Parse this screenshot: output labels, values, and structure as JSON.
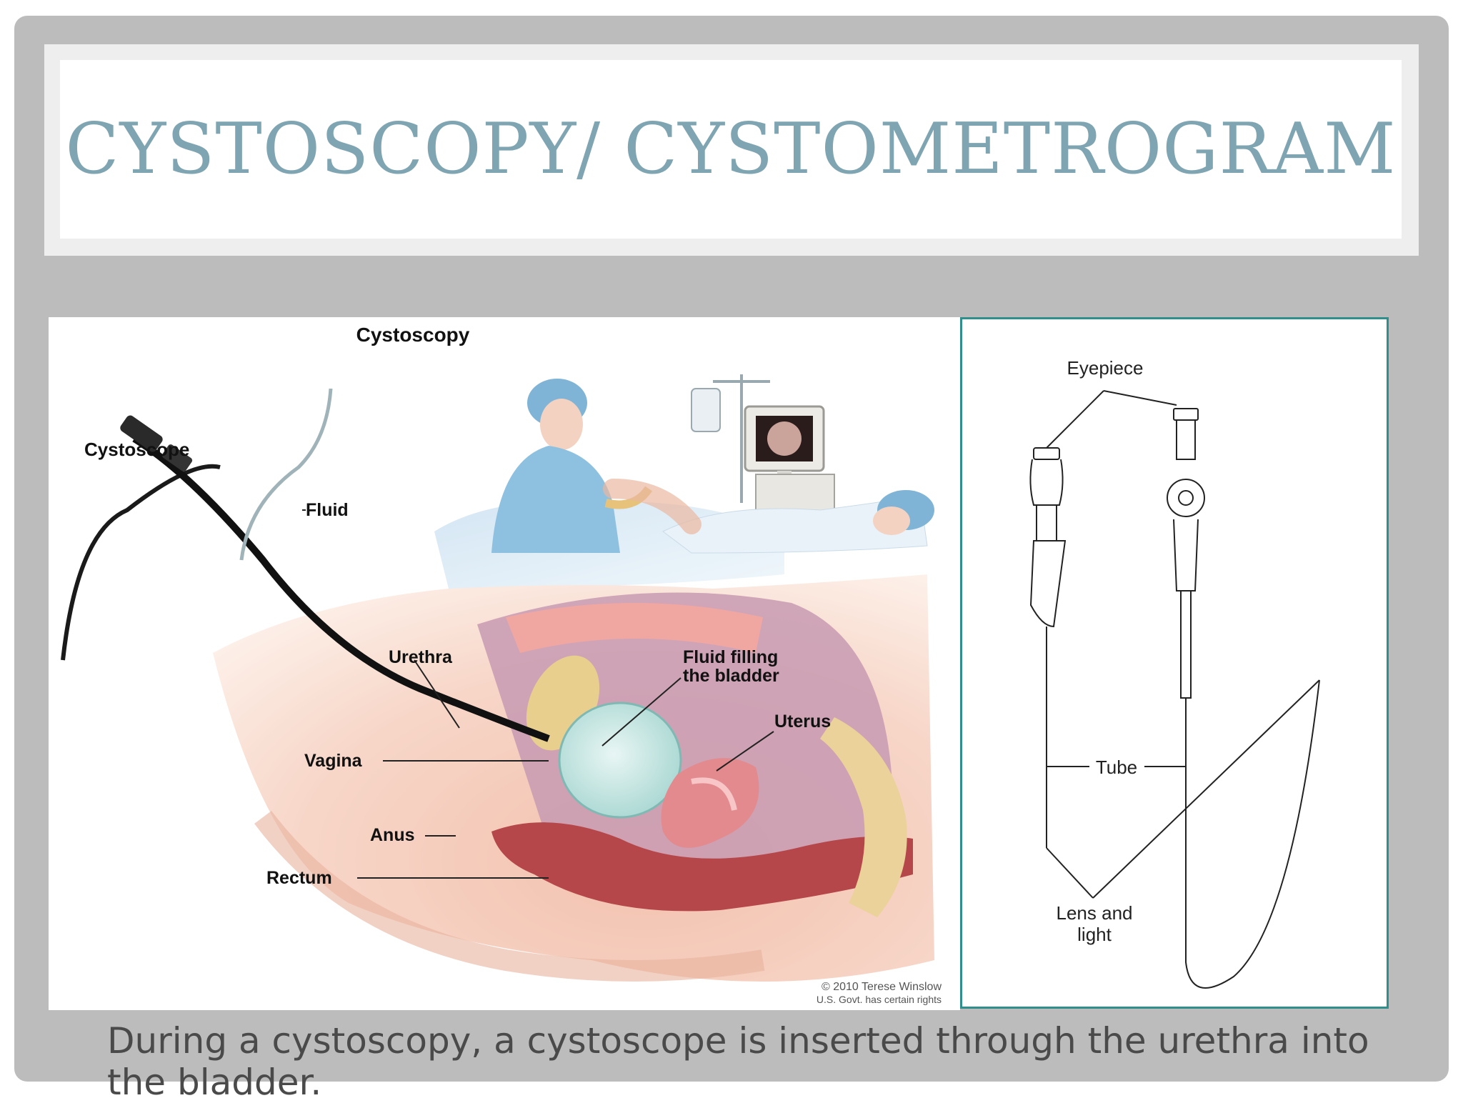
{
  "slide": {
    "title": "CYSTOSCOPY/ CYSTOMETROGRAM",
    "caption": "During a cystoscopy, a cystoscope is inserted through the urethra into the bladder."
  },
  "illustration": {
    "heading": "Cystoscopy",
    "labels": {
      "cystoscope": "Cystoscope",
      "fluid": "Fluid",
      "urethra": "Urethra",
      "fluid_filling_1": "Fluid filling",
      "fluid_filling_2": "the bladder",
      "uterus": "Uterus",
      "vagina": "Vagina",
      "anus": "Anus",
      "rectum": "Rectum"
    },
    "credit_1": "© 2010 Terese Winslow",
    "credit_2": "U.S. Govt. has certain rights"
  },
  "diagram": {
    "labels": {
      "eyepiece": "Eyepiece",
      "tube": "Tube",
      "lens_1": "Lens and",
      "lens_2": "light"
    }
  },
  "colors": {
    "title": "#7fa5b2",
    "frame": "#bcbcbc",
    "diagram_border": "#2f8f8c",
    "caption": "#4a4a4a"
  }
}
